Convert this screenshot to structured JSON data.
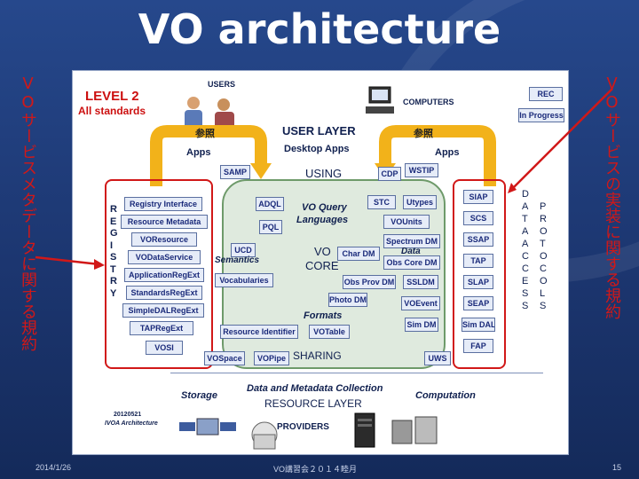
{
  "slide": {
    "title": "VO architecture",
    "left_side_text": "VOサービスメタデータに関する規約",
    "right_side_text": "VOサービスの実装に関する規約",
    "footer_date": "2014/1/26",
    "footer_center": "VO講習会２０１４睦月",
    "page_number": "15"
  },
  "diagram": {
    "level": "LEVEL 2",
    "all_standards": "All standards",
    "users": "USERS",
    "computers": "COMPUTERS",
    "rec": "REC",
    "in_progress": "In Progress",
    "user_layer": "USER LAYER",
    "browser_based_apps": "Apps",
    "desktop_apps": "Desktop Apps",
    "script_based_apps": "Apps",
    "ref_left": "参照",
    "ref_right": "参照",
    "using": "USING",
    "registry_letters": "REGISTRY",
    "data_access_letters": "DATA ACCESS",
    "protocols_letters": "PROTOCOLS",
    "registry_items": [
      "Registry Interface",
      "Resource Metadata",
      "VOResource",
      "VODataService",
      "ApplicationRegExt",
      "StandardsRegExt",
      "SimpleDALRegExt",
      "TAPRegExt",
      "VOSI"
    ],
    "core_boxes": [
      "SAMP",
      "ADQL",
      "PQL",
      "UCD",
      "Vocabularies",
      "STC",
      "Utypes",
      "VOUnits",
      "Spectrum DM",
      "Char DM",
      "Obs Core DM",
      "Obs Prov DM",
      "SSLDM",
      "Photo DM",
      "VOEvent",
      "Sim DM",
      "Resource Identifier",
      "VOTable",
      "VOSpace",
      "VOPipe",
      "CDP",
      "WSTIP",
      "UWS"
    ],
    "core_labels": {
      "vo_query": "VO Query",
      "languages": "Languages",
      "vo_core": "VO",
      "core": "CORE",
      "semantics": "Semantics",
      "data": "Data",
      "formats": "Formats",
      "sharing": "SHARING"
    },
    "protocols": [
      "SIAP",
      "SCS",
      "SSAP",
      "TAP",
      "SLAP",
      "SEAP",
      "Sim DAL",
      "FAP"
    ],
    "storage": "Storage",
    "data_metadata_collection": "Data and Metadata Collection",
    "computation": "Computation",
    "resource_layer": "RESOURCE LAYER",
    "providers": "PROVIDERS",
    "caption_date": "20120521",
    "caption_name": "IVOA Architecture"
  },
  "colors": {
    "accent_red": "#d11818",
    "arrow_yellow": "#f2b21a",
    "core_green": "#6e9a6a"
  }
}
